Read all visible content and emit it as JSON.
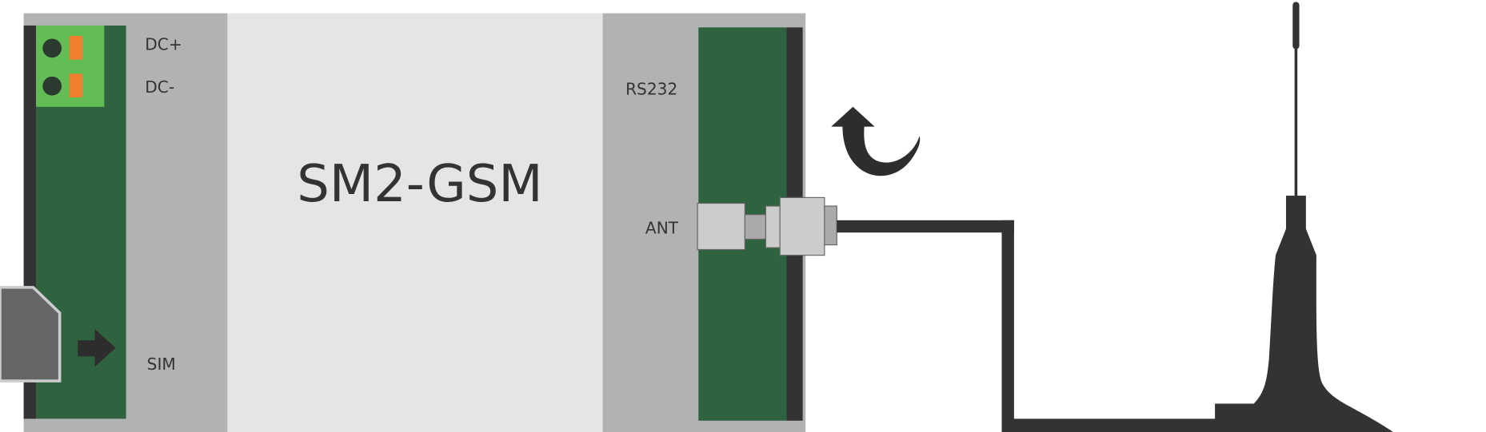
{
  "device": {
    "title": "SM2-GSM",
    "labels": {
      "dc_plus": "DC+",
      "dc_minus": "DC-",
      "sim": "SIM",
      "rs232": "RS232",
      "ant": "ANT"
    }
  },
  "colors": {
    "housing_gray": "#b1b2b4",
    "housing_light": "#e5e5e5",
    "board_green": "#2f6340",
    "terminal_green": "#63bd55",
    "terminal_orange": "#f08030",
    "dark": "#333333",
    "connector": "#cccccc"
  }
}
